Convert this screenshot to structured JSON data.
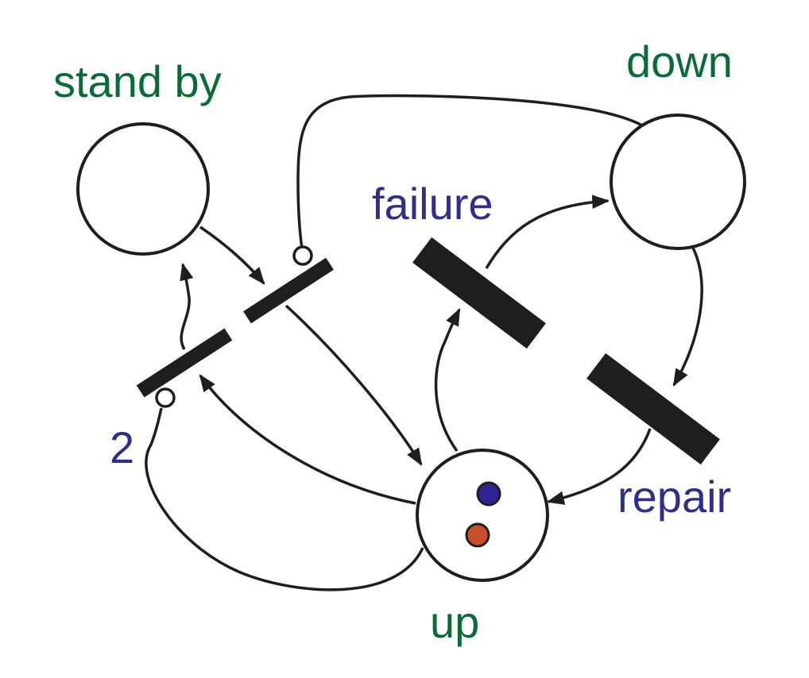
{
  "places": {
    "stand_by": {
      "label": "stand by"
    },
    "down": {
      "label": "down"
    },
    "up": {
      "label": "up"
    }
  },
  "transitions": {
    "failure": {
      "label": "failure"
    },
    "repair": {
      "label": "repair"
    }
  },
  "arc_labels": {
    "multiplicity": "2"
  },
  "tokens": [
    {
      "color": "#2e2395"
    },
    {
      "color": "#c8502a"
    }
  ],
  "colors": {
    "place_label": "#0b6b36",
    "transition_label": "#2e2e8c",
    "stroke": "#1e1e1e"
  }
}
